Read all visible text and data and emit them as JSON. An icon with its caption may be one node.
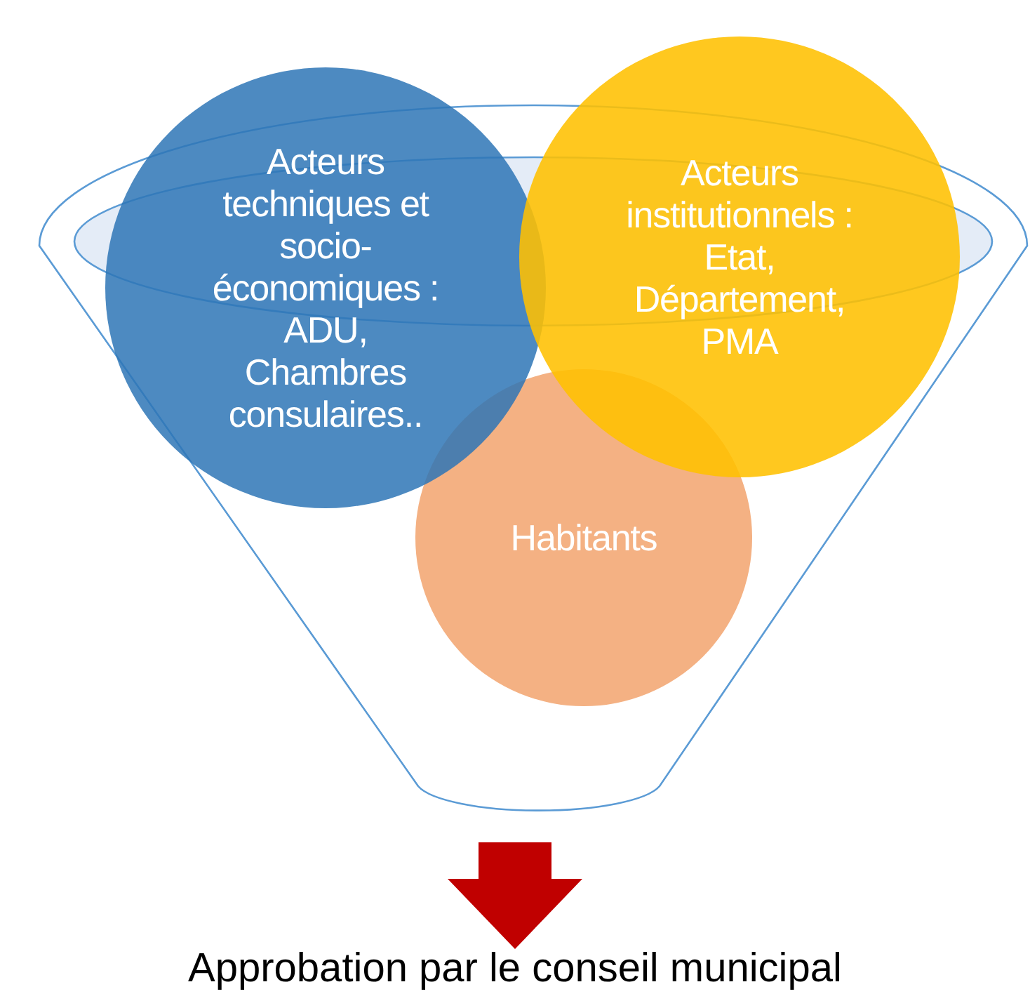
{
  "diagram": {
    "nodes": [
      {
        "text": [],
        "shape": "funnel"
      },
      {
        "text": [
          "Acteurs techniques et socio-économiques : ADU, Chambres consulaires.."
        ],
        "in": 0
      },
      {
        "text": [
          "Acteurs institutionnels : Etat, Département, PMA"
        ],
        "in": 0
      },
      {
        "text": [
          "Habitants"
        ],
        "in": 0
      },
      {
        "text": [
          "Approbation par le conseil municipal"
        ]
      }
    ],
    "edges": [
      {
        "from": 0,
        "to": 4,
        "arrow": "to",
        "style": "thick",
        "color": "#c00000"
      }
    ]
  }
}
